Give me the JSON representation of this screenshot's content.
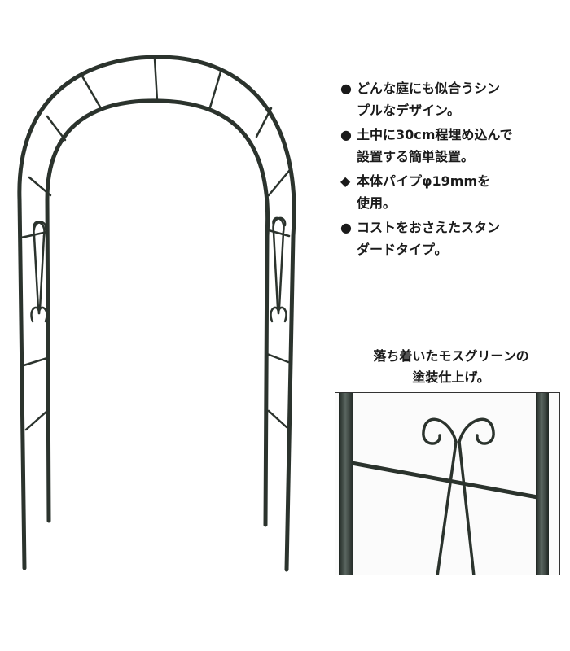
{
  "features": [
    {
      "bullet": "●",
      "text": "どんな庭にも似合うシン\nプルなデザイン。"
    },
    {
      "bullet": "●",
      "text": "土中に30cm程埋め込んで\n設置する簡単設置。"
    },
    {
      "bullet": "◆",
      "text": "本体パイプφ19mmを\n使用。"
    },
    {
      "bullet": "●",
      "text": "コストをおさえたスタン\nダードタイプ。"
    }
  ],
  "caption": "落ち着いたモスグリーンの\n塗装仕上げ。",
  "colors": {
    "frame": "#2b332d",
    "frame_highlight": "#5a6660"
  }
}
